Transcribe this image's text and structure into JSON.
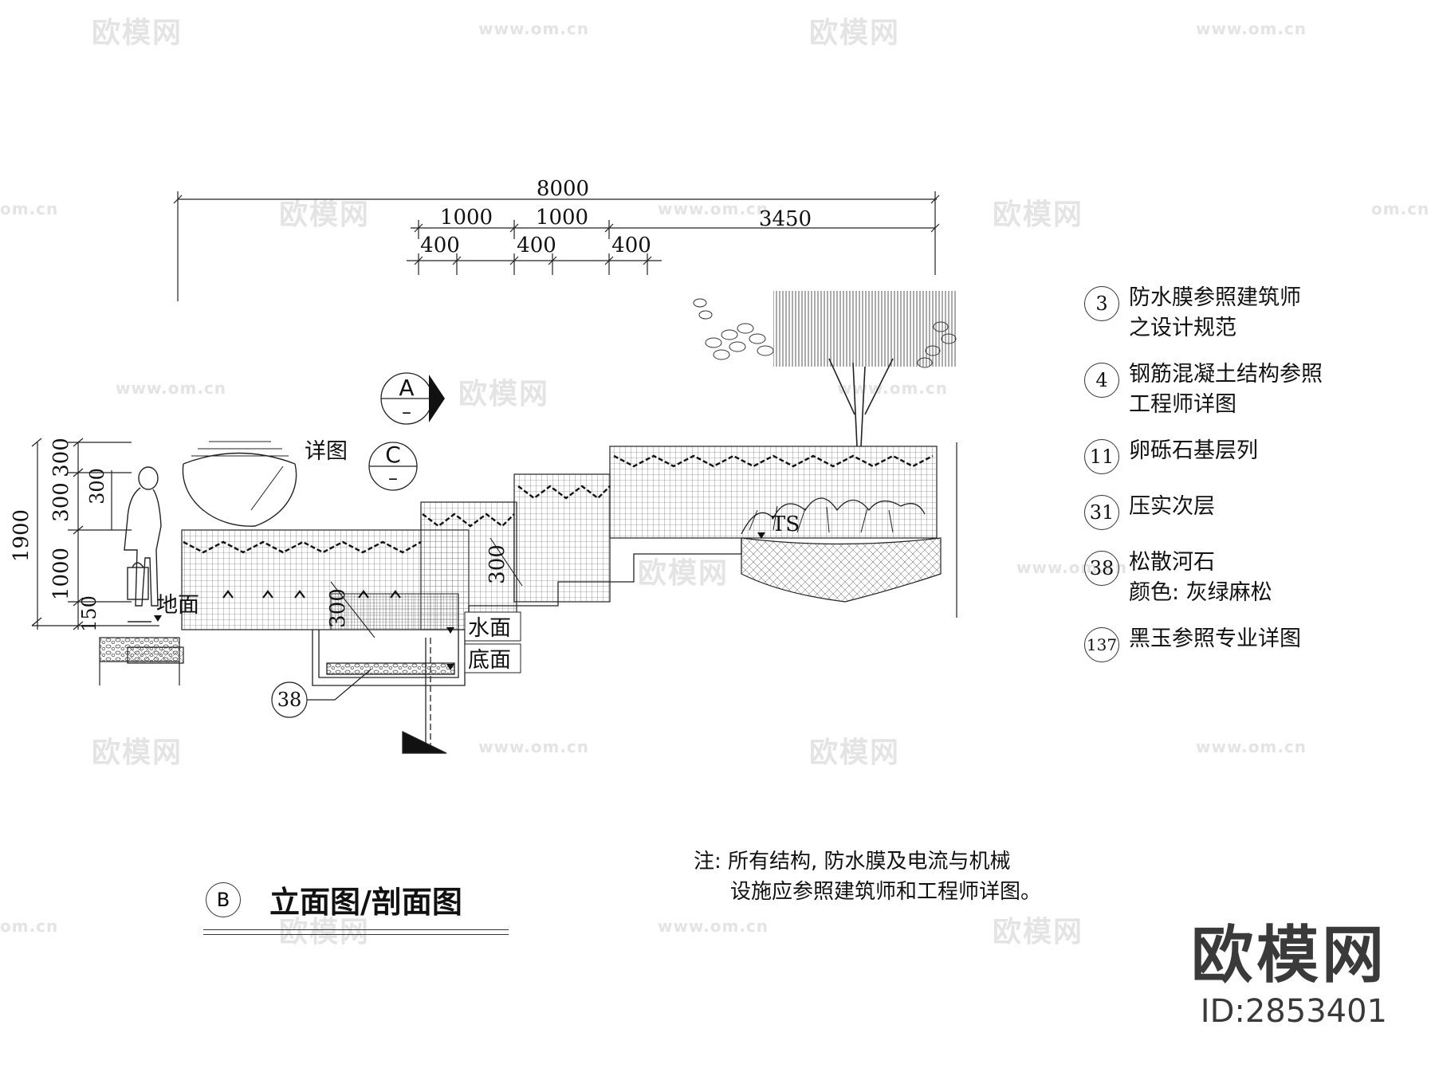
{
  "watermark": {
    "logo_text": "欧模网",
    "url_text": "www.om.cn",
    "url_short": "om.cn"
  },
  "brand": {
    "name": "欧模网",
    "id": "ID:2853401"
  },
  "dimensions": {
    "total": "8000",
    "upper": [
      "1000",
      "1000",
      "3450"
    ],
    "lower": [
      "400",
      "400",
      "400"
    ],
    "left_heights": [
      "300",
      "300",
      "1000",
      "150"
    ],
    "left_total": "1900",
    "inner_300_a": "300",
    "inner_300_b": "300",
    "inner_300_c": "300"
  },
  "labels": {
    "detail": "详图",
    "ground": "地面",
    "water": "水面",
    "bottom": "底面",
    "ts": "TS",
    "callout_38": "38",
    "section_a": "A",
    "section_c": "C",
    "dash": "–"
  },
  "legend": [
    {
      "num": "3",
      "lines": [
        "防水膜参照建筑师",
        "之设计规范"
      ]
    },
    {
      "num": "4",
      "lines": [
        "钢筋混凝土结构参照",
        "工程师详图"
      ]
    },
    {
      "num": "11",
      "lines": [
        "卵砾石基层列"
      ]
    },
    {
      "num": "31",
      "lines": [
        "压实次层"
      ]
    },
    {
      "num": "38",
      "lines": [
        "松散河石",
        "颜色: 灰绿麻松"
      ]
    },
    {
      "num": "137",
      "lines": [
        "黑玉参照专业详图"
      ]
    }
  ],
  "note": {
    "line1": "注: 所有结构, 防水膜及电流与机械",
    "line2": "设施应参照建筑师和工程师详图。"
  },
  "title": {
    "badge": "B",
    "text": "立面图/剖面图"
  }
}
